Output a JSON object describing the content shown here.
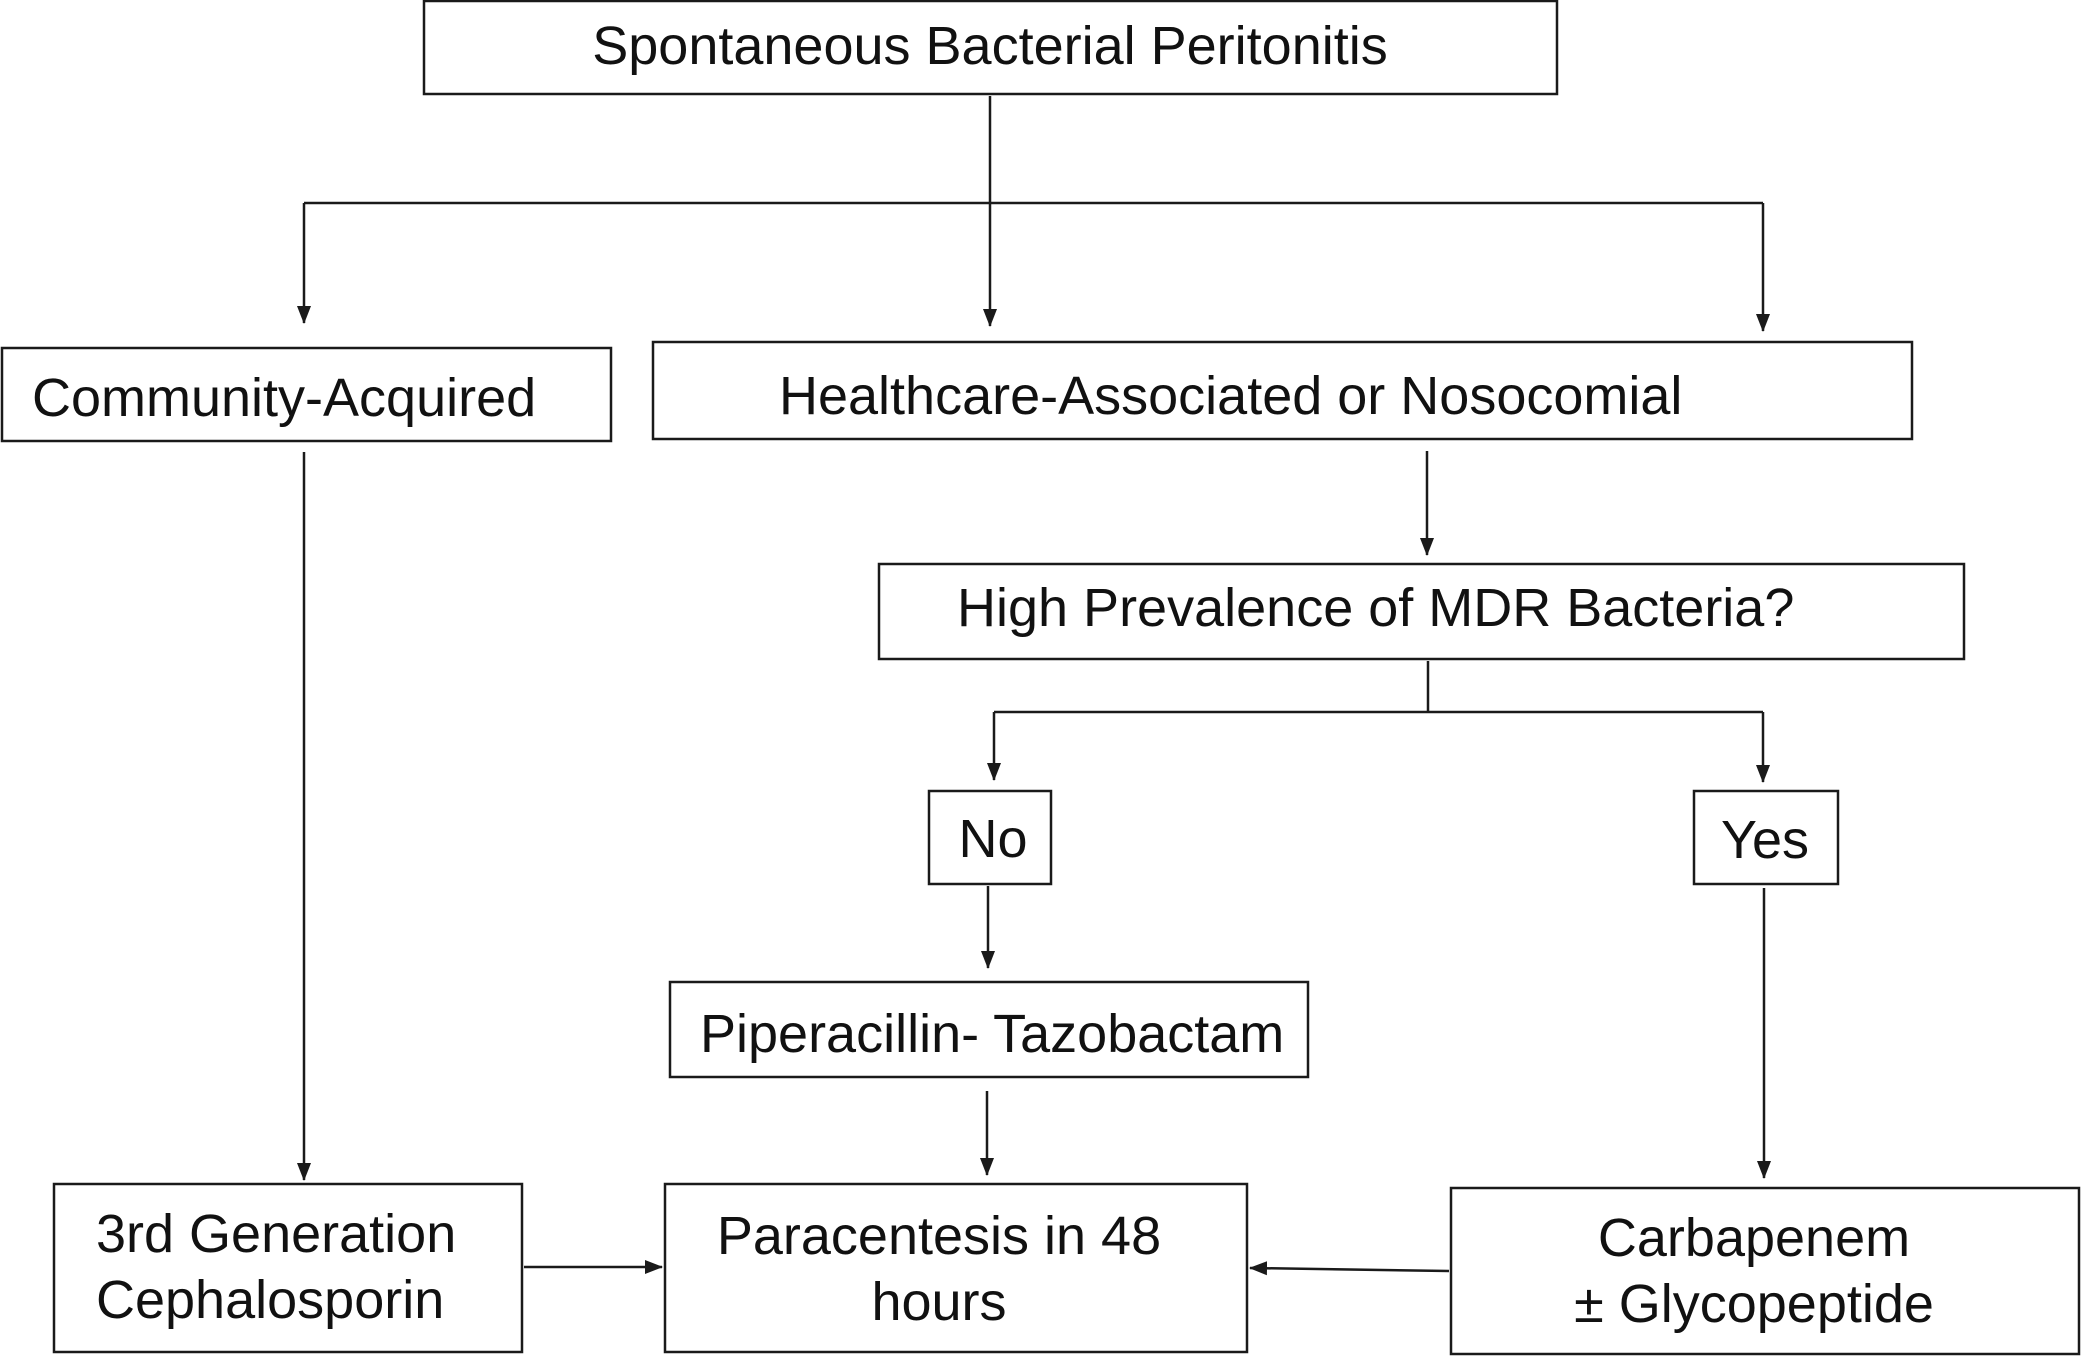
{
  "diagram": {
    "nodes": {
      "sbp": "Spontaneous Bacterial Peritonitis",
      "community": "Community-Acquired",
      "healthcare": "Healthcare-Associated or Nosocomial",
      "mdr": "High Prevalence of MDR Bacteria?",
      "no": "No",
      "yes": "Yes",
      "pip": "Piperacillin- Tazobactam",
      "ceph": {
        "line1": "3rd Generation",
        "line2": "Cephalosporin"
      },
      "para": {
        "line1": "Paracentesis in 48",
        "line2": "hours"
      },
      "carb": {
        "line1": "Carbapenem",
        "line2": "± Glycopeptide"
      }
    },
    "colors": {
      "stroke": "#1a1a1a",
      "text": "#111111",
      "background": "#ffffff"
    }
  }
}
